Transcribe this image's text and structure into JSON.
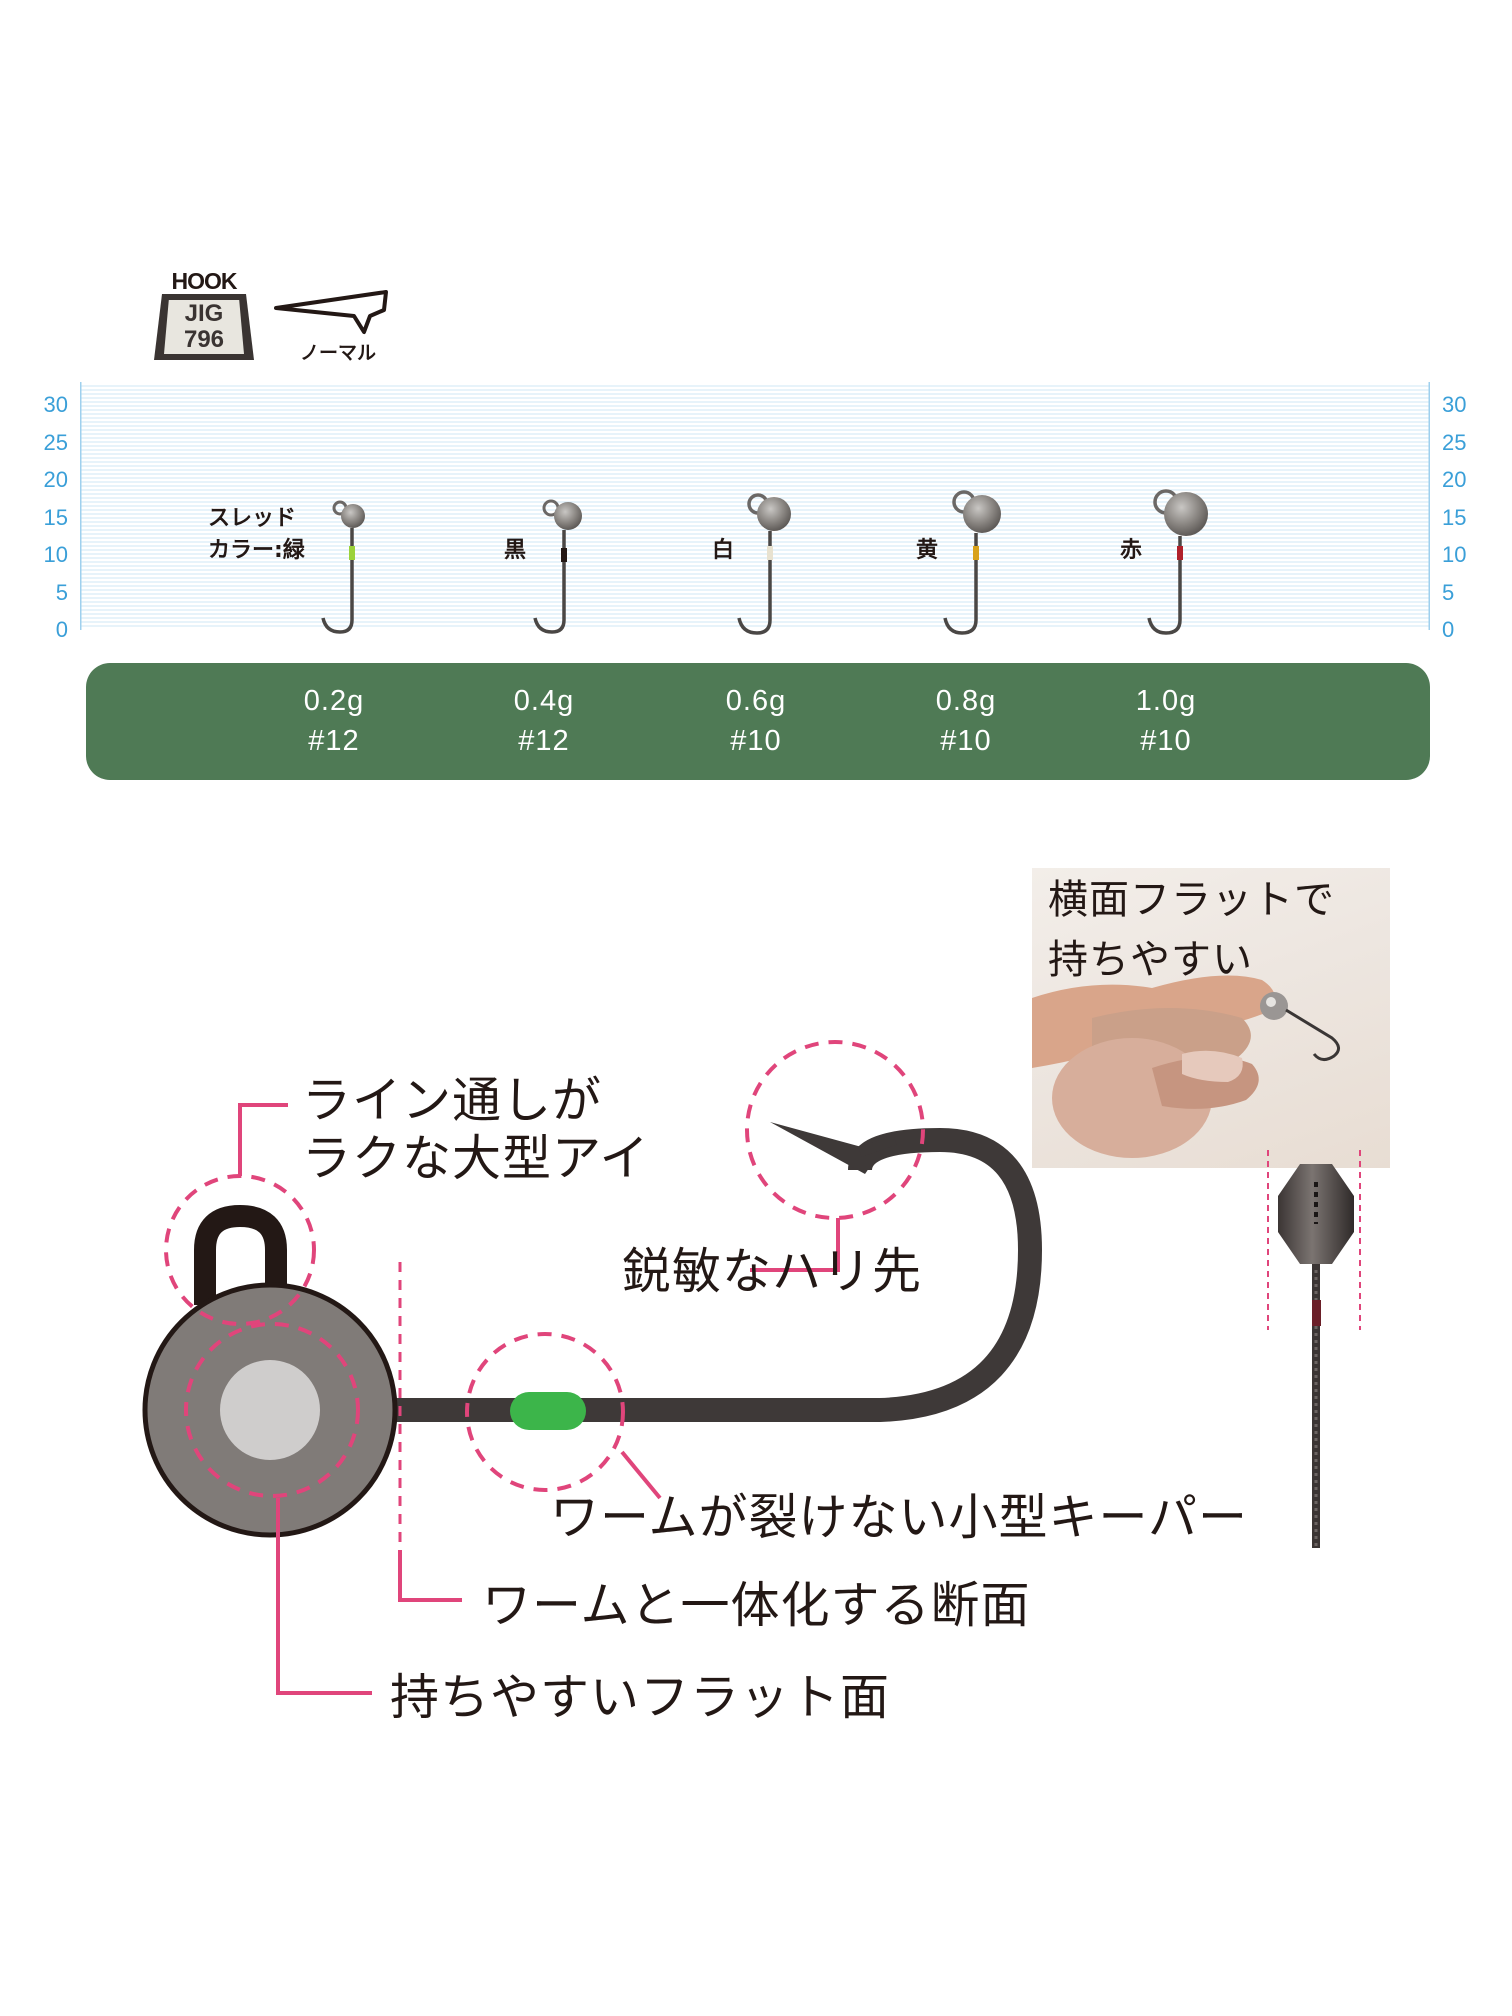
{
  "badge": {
    "line1": "HOOK",
    "line2": "JIG",
    "line3": "796"
  },
  "hook_type": "ノーマル",
  "scale": {
    "ticks": [
      "30",
      "25",
      "20",
      "15",
      "10",
      "5",
      "0"
    ]
  },
  "colors": {
    "line1": "スレッド",
    "line2": "カラー:緑",
    "items": [
      "黒",
      "白",
      "黄",
      "赤"
    ]
  },
  "specs": [
    {
      "weight": "0.2g",
      "hook": "#12"
    },
    {
      "weight": "0.4g",
      "hook": "#12"
    },
    {
      "weight": "0.6g",
      "hook": "#10"
    },
    {
      "weight": "0.8g",
      "hook": "#10"
    },
    {
      "weight": "1.0g",
      "hook": "#10"
    }
  ],
  "photo_caption": {
    "line1": "横面フラットで",
    "line2": "持ちやすい"
  },
  "callouts": {
    "eye": {
      "line1": "ライン通しが",
      "line2": "ラクな大型アイ"
    },
    "point": "鋭敏なハリ先",
    "keeper": "ワームが裂けない小型キーパー",
    "section": "ワームと一体化する断面",
    "flat": "持ちやすいフラット面"
  },
  "accent_colors": {
    "scale": "#3a9fd8",
    "bar": "#4f7a55",
    "callout": "#e0457b",
    "keeper": "#3cb54a"
  }
}
